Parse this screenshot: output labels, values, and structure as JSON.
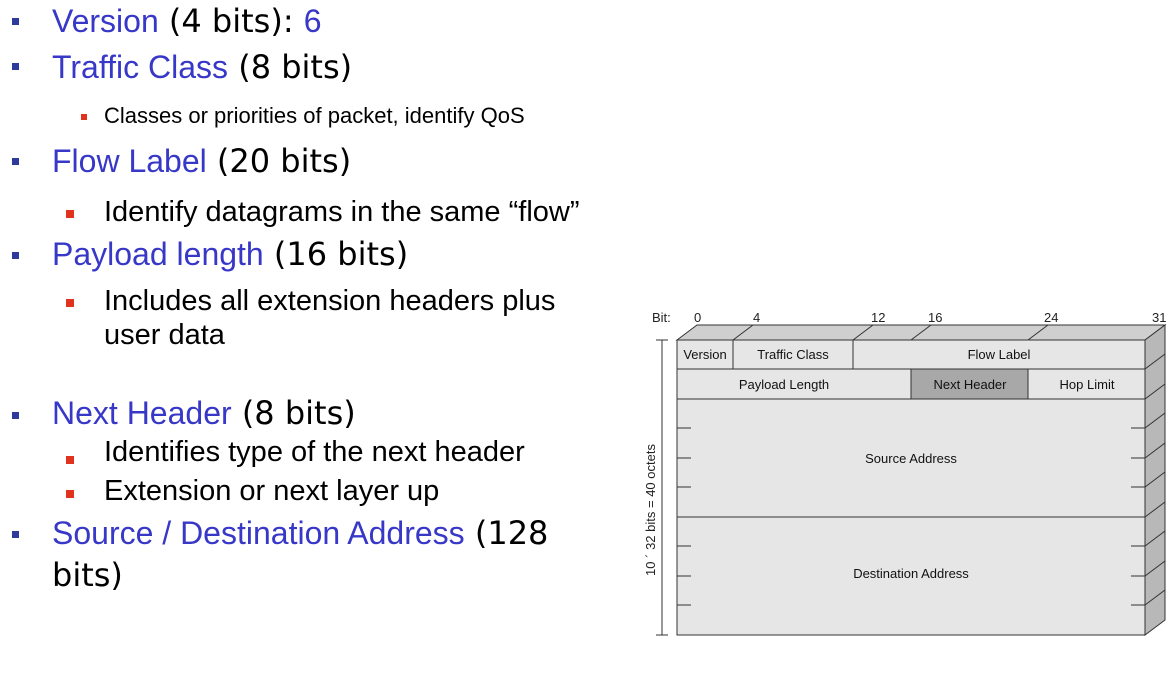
{
  "bullets": [
    {
      "term": "Version",
      "rest": " (4 bits): ",
      "value": "6",
      "subs": []
    },
    {
      "term": "Traffic Class",
      "rest": " (8 bits)",
      "subs": [
        "Classes or priorities of packet, identify QoS"
      ]
    },
    {
      "term": "Flow Label",
      "rest": " (20 bits)",
      "subs": [
        "Identify datagrams in the same “flow”"
      ]
    },
    {
      "term": "Payload length",
      "rest": " (16 bits)",
      "subs": [
        "Includes all extension headers plus",
        "user data"
      ]
    },
    {
      "term": "Next Header",
      "rest": " (8 bits)",
      "subs": [
        "Identifies type of the next header",
        "Extension or next layer up"
      ]
    },
    {
      "term": "Source / Destination Address",
      "rest": " (128",
      "rest2": "bits)",
      "subs": []
    }
  ],
  "diagram": {
    "bit_label": "Bit:",
    "bit_ticks": [
      "0",
      "4",
      "12",
      "16",
      "24",
      "31"
    ],
    "side_label": "10 ´ 32 bits = 40 octets",
    "fields": {
      "version": "Version",
      "traffic_class": "Traffic Class",
      "flow_label": "Flow Label",
      "payload_length": "Payload Length",
      "next_header": "Next Header",
      "hop_limit": "Hop Limit",
      "source_address": "Source Address",
      "destination_address": "Destination Address"
    },
    "colors": {
      "field_fill": "#e6e6e6",
      "highlight_fill": "#a8a8a8",
      "top_fill": "#cfcfcf",
      "side_fill": "#b8b8b8",
      "stroke": "#333333"
    }
  }
}
